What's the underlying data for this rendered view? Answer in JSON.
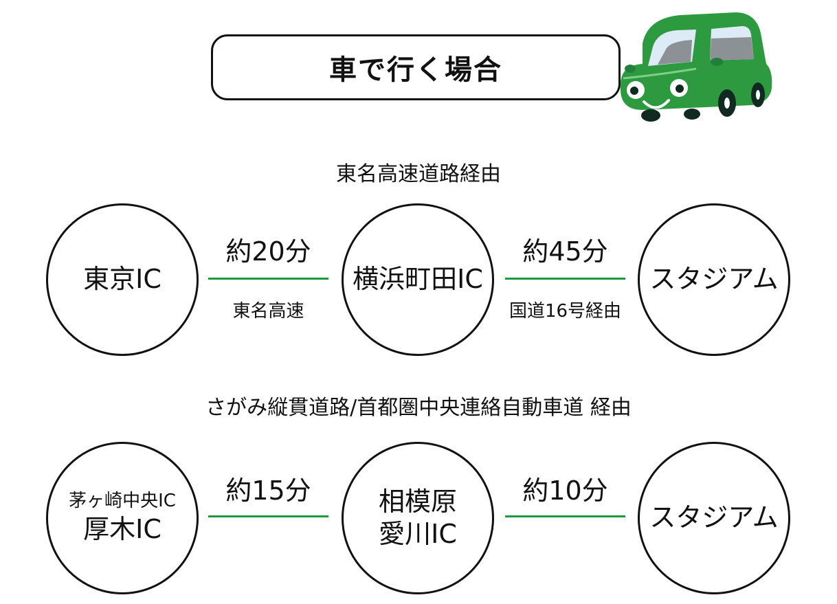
{
  "title": "車で行く場合",
  "illustration": "green-car-icon",
  "colors": {
    "connector": "#1a9a3c",
    "car_body": "#2e9a3f",
    "outline": "#111111"
  },
  "routes": [
    {
      "heading": "東名高速道路経由",
      "nodes": [
        {
          "lines": [
            "東京IC"
          ]
        },
        {
          "lines": [
            "横浜町田IC"
          ]
        },
        {
          "lines": [
            "スタジアム"
          ]
        }
      ],
      "edges": [
        {
          "time": "約20分",
          "via": "東名高速"
        },
        {
          "time": "約45分",
          "via": "国道16号経由"
        }
      ]
    },
    {
      "heading": "さがみ縦貫道路/首都圏中央連絡自動車道 経由",
      "nodes": [
        {
          "sub": "茅ヶ崎中央IC",
          "main": "厚木IC"
        },
        {
          "line1": "相模原",
          "line2": "愛川IC"
        },
        {
          "lines": [
            "スタジアム"
          ]
        }
      ],
      "edges": [
        {
          "time": "約15分",
          "via": ""
        },
        {
          "time": "約10分",
          "via": ""
        }
      ]
    }
  ]
}
